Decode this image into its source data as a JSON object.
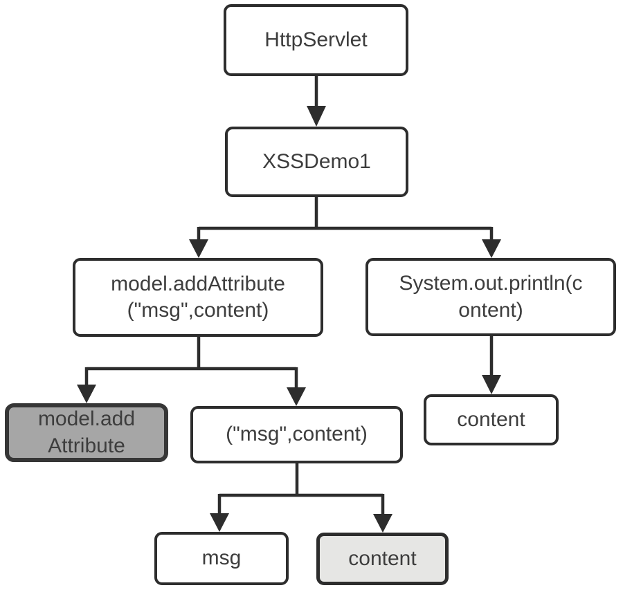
{
  "diagram": {
    "description": "call tree from HttpServlet through XSSDemo1",
    "nodes": {
      "httpservlet": {
        "label": "HttpServlet"
      },
      "xssdemo1": {
        "label": "XSSDemo1"
      },
      "model_addattribute_call": {
        "line1": "model.addAttribute",
        "line2": "(\"msg\",content)"
      },
      "system_out_println": {
        "line1": "System.out.println(c",
        "line2": "ontent)"
      },
      "model_add_attribute_method": {
        "line1": "model.add",
        "line2": "Attribute"
      },
      "msg_content_args": {
        "label": "(\"msg\",content)"
      },
      "content_printed": {
        "label": "content"
      },
      "msg_key": {
        "label": "msg"
      },
      "content_value": {
        "label": "content"
      }
    },
    "colors": {
      "node_fill": "#ffffff",
      "node_border": "#2d2d2d",
      "highlight_dark_fill": "#a6a6a6",
      "highlight_light_fill": "#e6e6e4",
      "connector": "#2d2d2d",
      "text": "#3d3d3d",
      "background": "#ffffff"
    }
  }
}
